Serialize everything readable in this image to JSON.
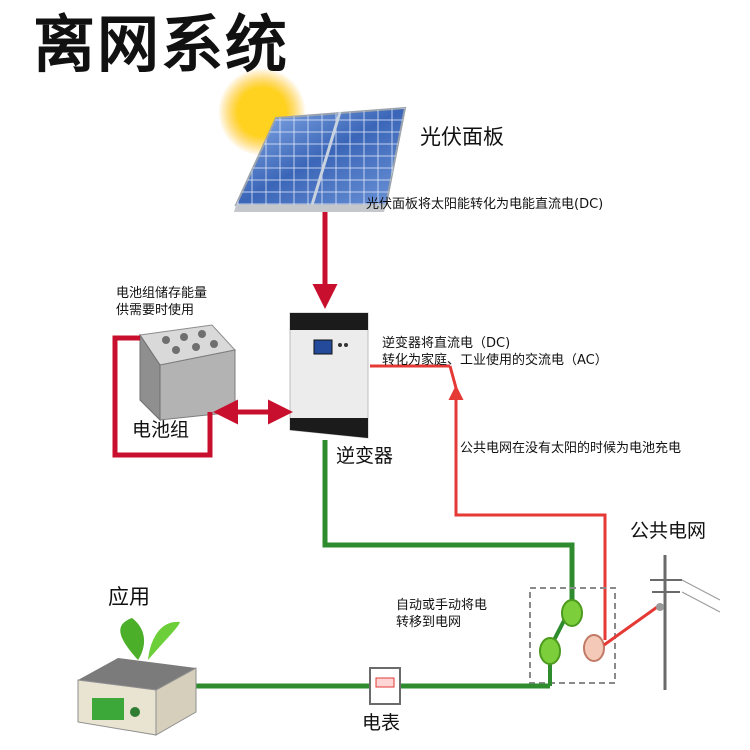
{
  "title": "离网系统",
  "labels": {
    "solar_panel": "光伏面板",
    "solar_desc": "光伏面板将太阳能转化为电能直流电(DC)",
    "battery_desc_line1": "电池组储存能量",
    "battery_desc_line2": "供需要时使用",
    "battery": "电池组",
    "inverter_desc_line1": "逆变器将直流电（DC)",
    "inverter_desc_line2": "转化为家庭、工业使用的交流电（AC）",
    "inverter": "逆变器",
    "grid_desc": "公共电网在没有太阳的时候为电池充电",
    "grid": "公共电网",
    "application": "应用",
    "switch_desc_line1": "自动或手动将电",
    "switch_desc_line2": "转移到电网",
    "meter": "电表"
  },
  "colors": {
    "dc_line": "#c8102e",
    "ac_line": "#2e8b2e",
    "grid_line": "#e53935",
    "sun": "#ffd21f",
    "panel": "#4a77c6",
    "node_green": "#7ccf3a",
    "node_pink": "#f5c9b8"
  }
}
